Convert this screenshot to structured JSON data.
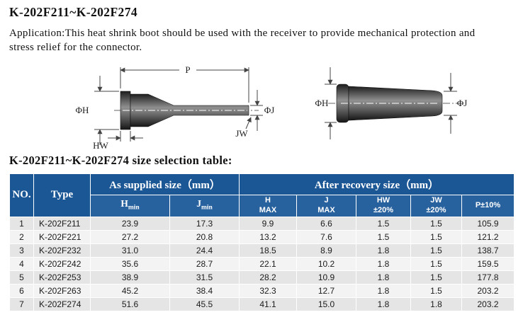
{
  "page": {
    "title": "K-202F211~K-202F274",
    "application": "Application:This heat shrink boot should be used with the receiver to provide mechanical protection and stress relief for the connector.",
    "table_heading": "K-202F211~K-202F274 size selection  table:"
  },
  "diagram": {
    "left": {
      "p": "P",
      "phi_h": "ΦH",
      "hw": "HW",
      "phi_j": "ΦJ",
      "jw": "JW"
    },
    "right": {
      "phi_h": "ΦH",
      "phi_j": "ΦJ"
    }
  },
  "table": {
    "header": {
      "no": "NO.",
      "type": "Type",
      "supplied_group": "As supplied size（mm）",
      "recovery_group": "After recovery size（mm）",
      "hmin": {
        "main": "H",
        "sub": "min"
      },
      "jmin": {
        "main": "J",
        "sub": "min"
      },
      "hmax": {
        "line1": "H",
        "line2": "MAX"
      },
      "jmax": {
        "line1": "J",
        "line2": "MAX"
      },
      "hw": {
        "line1": "HW",
        "line2": "±20%"
      },
      "jw": {
        "line1": "JW",
        "line2": "±20%"
      },
      "p": "P±10%"
    },
    "row_keys": [
      "no",
      "type",
      "hmin",
      "jmin",
      "hmax",
      "jmax",
      "hw",
      "jw",
      "p"
    ],
    "rows": [
      {
        "no": "1",
        "type": "K-202F211",
        "hmin": "23.9",
        "jmin": "17.3",
        "hmax": "9.9",
        "jmax": "6.6",
        "hw": "1.5",
        "jw": "1.5",
        "p": "105.9"
      },
      {
        "no": "2",
        "type": "K-202F221",
        "hmin": "27.2",
        "jmin": "20.8",
        "hmax": "13.2",
        "jmax": "7.6",
        "hw": "1.5",
        "jw": "1.5",
        "p": "121.2"
      },
      {
        "no": "3",
        "type": "K-202F232",
        "hmin": "31.0",
        "jmin": "24.4",
        "hmax": "18.5",
        "jmax": "8.9",
        "hw": "1.8",
        "jw": "1.5",
        "p": "138.7"
      },
      {
        "no": "4",
        "type": "K-202F242",
        "hmin": "35.6",
        "jmin": "28.7",
        "hmax": "22.1",
        "jmax": "10.2",
        "hw": "1.8",
        "jw": "1.5",
        "p": "159.5"
      },
      {
        "no": "5",
        "type": "K-202F253",
        "hmin": "38.9",
        "jmin": "31.5",
        "hmax": "28.2",
        "jmax": "10.9",
        "hw": "1.8",
        "jw": "1.5",
        "p": "177.8"
      },
      {
        "no": "6",
        "type": "K-202F263",
        "hmin": "45.2",
        "jmin": "38.4",
        "hmax": "32.3",
        "jmax": "12.7",
        "hw": "1.8",
        "jw": "1.5",
        "p": "203.2"
      },
      {
        "no": "7",
        "type": "K-202F274",
        "hmin": "51.6",
        "jmin": "45.5",
        "hmax": "41.1",
        "jmax": "15.0",
        "hw": "1.8",
        "jw": "1.8",
        "p": "203.2"
      }
    ]
  },
  "colors": {
    "header_bg": "#1c5795",
    "subheader_bg": "#27619e",
    "row_odd": "#e5e5e5",
    "row_even": "#f3f3f3",
    "header_text": "#ffffff"
  }
}
